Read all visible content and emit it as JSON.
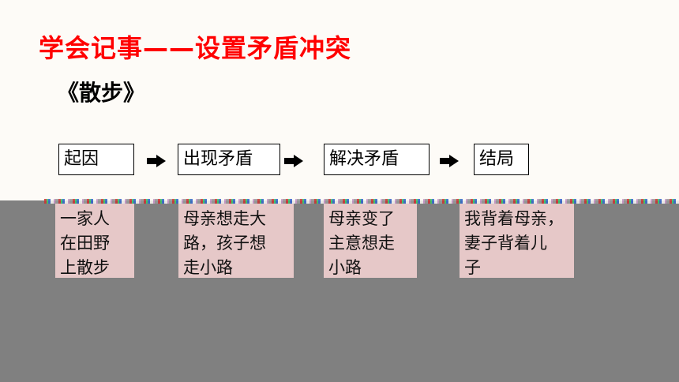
{
  "slide": {
    "title": "学会记事——设置矛盾冲突",
    "subtitle": "《散步》",
    "steps": [
      {
        "label": "起因",
        "detail": [
          "一家人",
          "在田野",
          "上散步"
        ]
      },
      {
        "label": "出现矛盾",
        "detail": [
          "母亲想走大",
          "路，孩子想",
          "走小路"
        ]
      },
      {
        "label": "解决矛盾",
        "detail": [
          "母亲变了",
          "主意想走",
          "小路"
        ]
      },
      {
        "label": "结局",
        "detail": [
          "我背着母亲，",
          "妻子背着儿",
          "子"
        ]
      }
    ],
    "colors": {
      "title": "#ff0000",
      "card": "#e6c8c8",
      "background": "#808080"
    }
  }
}
